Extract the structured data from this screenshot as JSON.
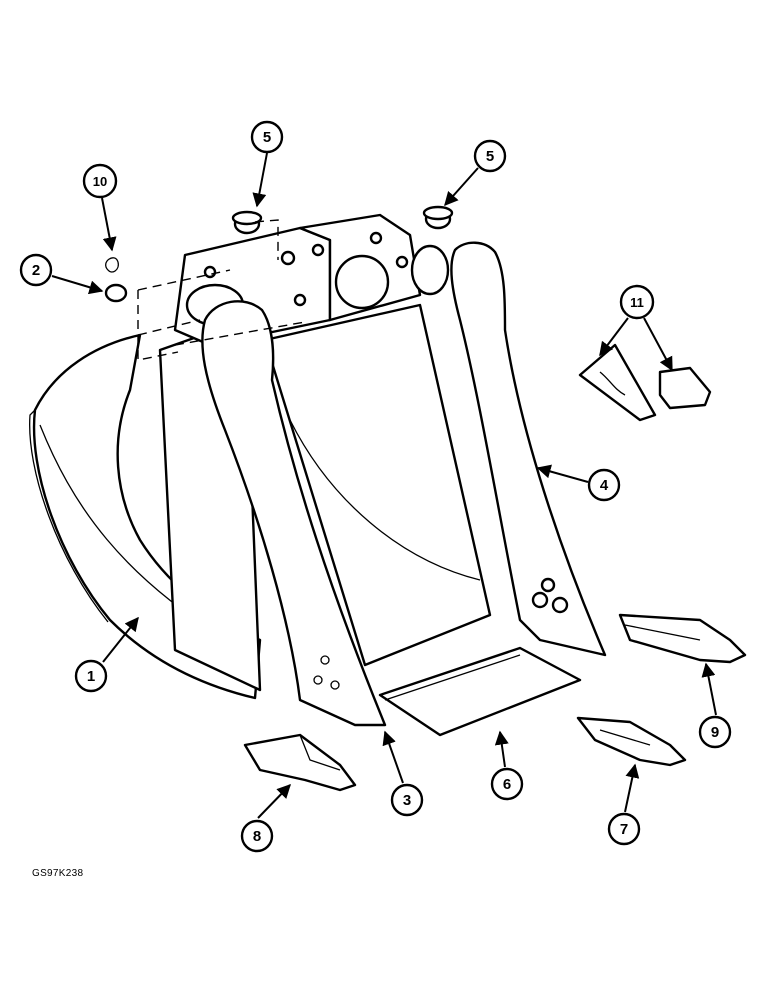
{
  "figure_code": "GS97K238",
  "callouts": [
    {
      "id": "c1",
      "label": "1"
    },
    {
      "id": "c2",
      "label": "2"
    },
    {
      "id": "c3",
      "label": "3"
    },
    {
      "id": "c4",
      "label": "4"
    },
    {
      "id": "c5a",
      "label": "5"
    },
    {
      "id": "c5b",
      "label": "5"
    },
    {
      "id": "c6",
      "label": "6"
    },
    {
      "id": "c7",
      "label": "7"
    },
    {
      "id": "c8",
      "label": "8"
    },
    {
      "id": "c9",
      "label": "9"
    },
    {
      "id": "c10",
      "label": "10"
    },
    {
      "id": "c11",
      "label": "11"
    }
  ]
}
